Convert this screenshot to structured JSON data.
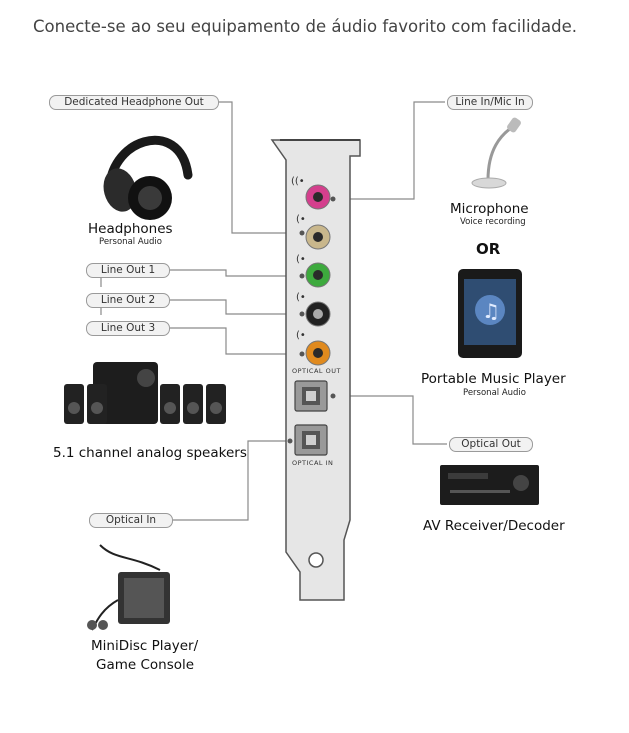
{
  "intro": "Conecte-se ao seu equipamento de áudio favorito com facilidade.",
  "labels": {
    "headphone_out": "Dedicated Headphone Out",
    "line_in_mic_in": "Line In/Mic In",
    "line_out_1": "Line Out 1",
    "line_out_2": "Line Out 2",
    "line_out_3": "Line Out 3",
    "optical_out": "Optical Out",
    "optical_in": "Optical In"
  },
  "devices": {
    "headphones_title": "Headphones",
    "headphones_sub": "Personal Audio",
    "microphone_title": "Microphone",
    "microphone_sub": "Voice recording",
    "or": "OR",
    "player_title": "Portable Music Player",
    "player_sub": "Personal Audio",
    "speakers_title": "5.1 channel analog speakers",
    "receiver_title": "AV Receiver/Decoder",
    "minidisc_title_1": "MiniDisc Player/",
    "minidisc_title_2": "Game Console"
  },
  "port_labels": {
    "optical_out": "OPTICAL  OUT",
    "optical_in": "OPTICAL  IN"
  },
  "colors": {
    "mic_jack": "#d43f8d",
    "headphone_jack": "#c9b78c",
    "line_out_1_jack": "#3daa3d",
    "line_out_2_jack": "#222222",
    "line_out_3_jack": "#e08a1e",
    "bracket": "#e6e6e6"
  }
}
